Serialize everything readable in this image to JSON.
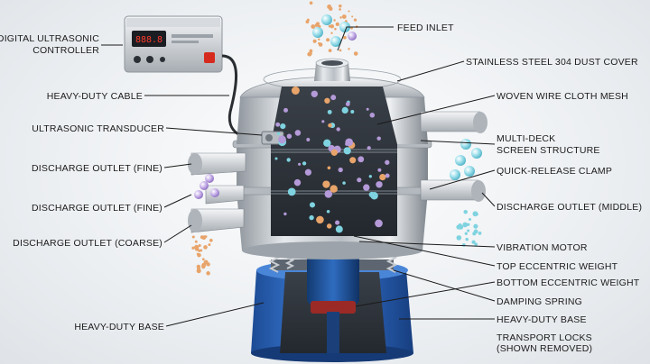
{
  "labels": {
    "digital_ultrasonic_controller": [
      "DIGITAL ULTRASONIC",
      "CONTROLLER"
    ],
    "heavy_duty_cable": "HEAVY-DUTY CABLE",
    "ultrasonic_transducer": "ULTRASONIC TRANSDUCER",
    "discharge_outlet_fine_1": "DISCHARGE OUTLET (FINE)",
    "discharge_outlet_fine_2": "DISCHARGE OUTLET (FINE)",
    "discharge_outlet_coarse": "DISCHARGE OUTLET (COARSE)",
    "heavy_duty_base_left": "HEAVY-DUTY BASE",
    "feed_inlet": "FEED INLET",
    "dust_cover": "STAINLESS STEEL 304 DUST COVER",
    "woven_wire_mesh": "WOVEN WIRE CLOTH MESH",
    "multi_deck": [
      "MULTI-DECK",
      "SCREEN STRUCTURE"
    ],
    "quick_release_clamp": "QUICK-RELEASE CLAMP",
    "discharge_outlet_middle": "DISCHARGE OUTLET (MIDDLE)",
    "vibration_motor": "VIBRATION MOTOR",
    "top_eccentric_weight": "TOP ECCENTRIC WEIGHT",
    "bottom_eccentric_weight": "BOTTOM ECCENTRIC WEIGHT",
    "damping_spring": "DAMPING SPRING",
    "heavy_duty_base_right": "HEAVY-DUTY BASE",
    "transport_locks": [
      "TRANSPORT LOCKS",
      "(SHOWN REMOVED)"
    ]
  },
  "controller": {
    "display_value": "888.8"
  },
  "colors": {
    "steel": "#c9ced3",
    "steel_dark": "#8e959c",
    "base_blue": "#2d64b8",
    "particle_purple": "#b49ad8",
    "particle_cyan": "#7fd3e0",
    "particle_orange": "#e8a46a",
    "display_red": "#ff3a2a"
  }
}
